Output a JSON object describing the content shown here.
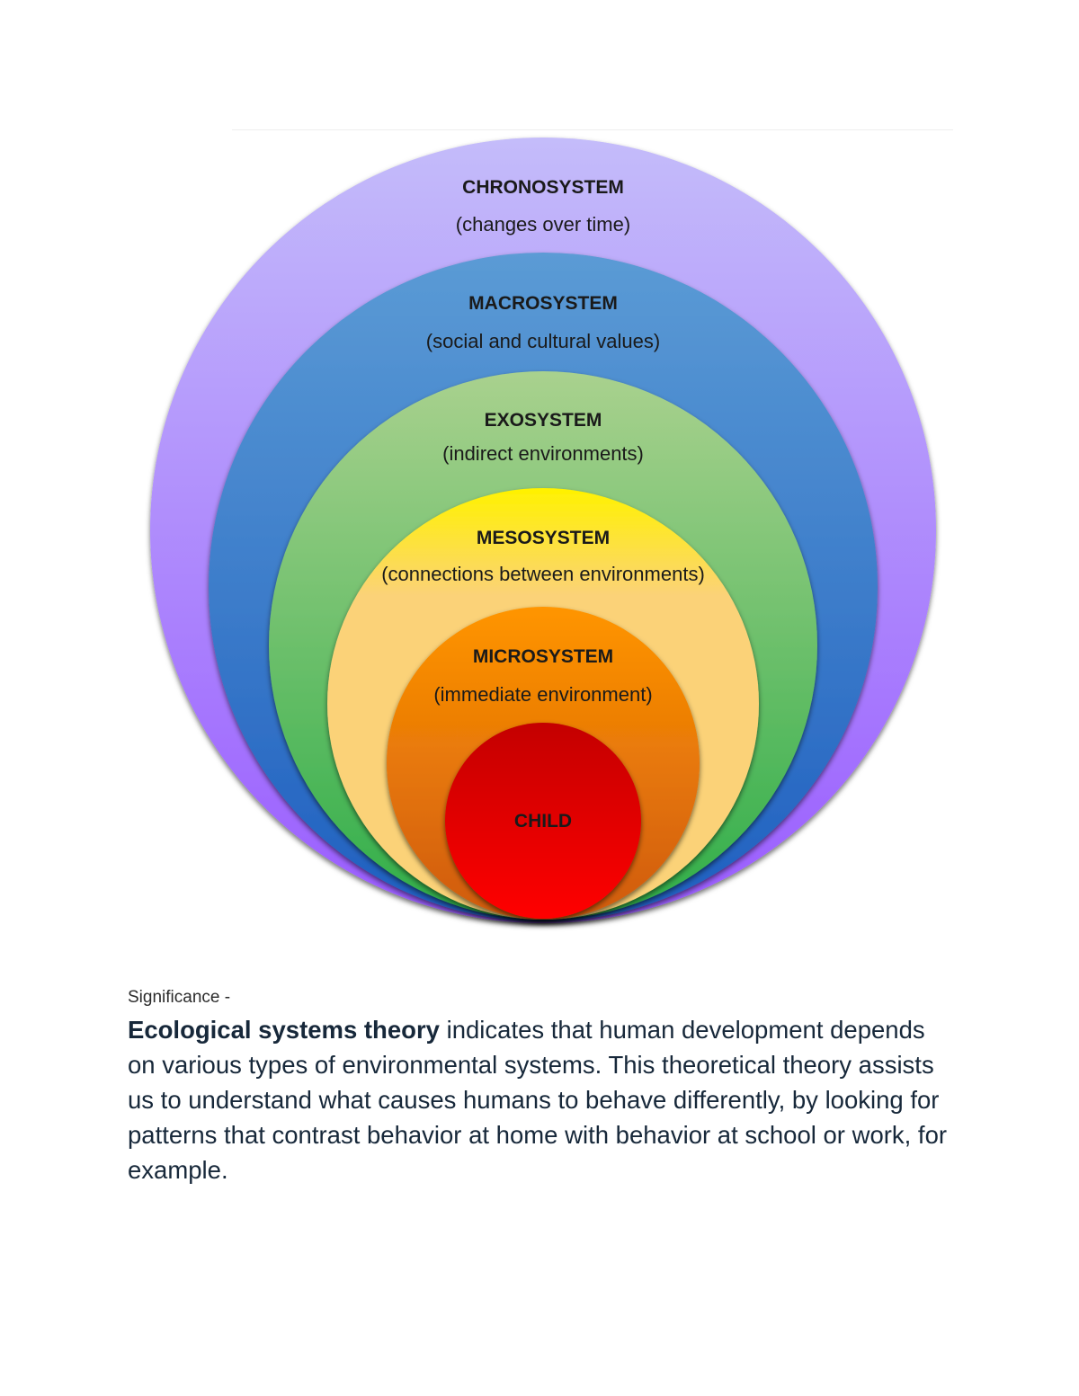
{
  "diagram": {
    "layers": [
      {
        "title": "CHRONOSYSTEM",
        "subtitle": "(changes over time)",
        "color_top": "#c4bcfa",
        "color_bottom": "#9a5cff"
      },
      {
        "title": "MACROSYSTEM",
        "subtitle": "(social and cultural values)",
        "color_top": "#5b9bd5",
        "color_bottom": "#1f5fc0"
      },
      {
        "title": "EXOSYSTEM",
        "subtitle": "(indirect environments)",
        "color_top": "#a9d18e",
        "color_bottom": "#2fae48"
      },
      {
        "title": "MESOSYSTEM",
        "subtitle": "(connections between environments)",
        "color_top": "#fff200",
        "color_bottom": "#fbd278"
      },
      {
        "title": "MICROSYSTEM",
        "subtitle": "(immediate environment)",
        "color_top": "#ff9500",
        "color_bottom": "#cf5a10"
      },
      {
        "title": "CHILD",
        "subtitle": "",
        "color_top": "#c40000",
        "color_bottom": "#ff0000"
      }
    ]
  },
  "text": {
    "heading": "Significance -",
    "bold_term": "Ecological systems theory",
    "paragraph": " indicates that human development depends on various types of environmental systems. This theoretical theory assists us to understand what causes humans to behave differently, by looking for patterns that contrast behavior at home with behavior at school or work, for example."
  }
}
